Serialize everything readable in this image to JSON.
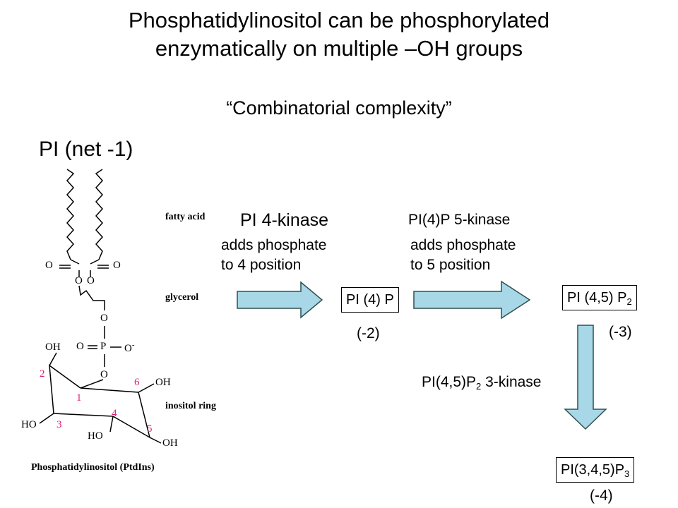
{
  "title": {
    "line1": "Phosphatidylinositol can be phosphorylated",
    "line2": "enzymatically on multiple –OH groups"
  },
  "subtitle": "“Combinatorial complexity”",
  "pi_label": "PI (net -1)",
  "structure": {
    "fatty_acid": "fatty acid",
    "glycerol": "glycerol",
    "inositol_ring": "inositol ring",
    "caption": "Phosphatidylinositol (PtdIns)",
    "atoms": {
      "O": "O",
      "OH": "OH",
      "HO": "HO",
      "P": "P",
      "O_minus": "O",
      "minus": "-"
    },
    "ring_numbers": [
      "1",
      "2",
      "3",
      "4",
      "5",
      "6"
    ]
  },
  "step1": {
    "enzyme": "PI 4-kinase",
    "desc_line1": "adds phosphate",
    "desc_line2": "to 4 position",
    "product": "PI (4) P",
    "charge": "(-2)"
  },
  "step2": {
    "enzyme": "PI(4)P 5-kinase",
    "desc_line1": "adds phosphate",
    "desc_line2": "to 5 position",
    "product_main": "PI (4,5) P",
    "product_sub": "2",
    "charge": "(-3)"
  },
  "step3": {
    "enzyme_main": "PI(4,5)P",
    "enzyme_sub": "2",
    "enzyme_suffix": " 3-kinase",
    "product_main": "PI(3,4,5)P",
    "product_sub": "3",
    "charge": "(-4)"
  },
  "colors": {
    "arrow_fill": "#a8d8e8",
    "arrow_stroke": "#2f4f4f",
    "ring_number": "#e0207a"
  }
}
